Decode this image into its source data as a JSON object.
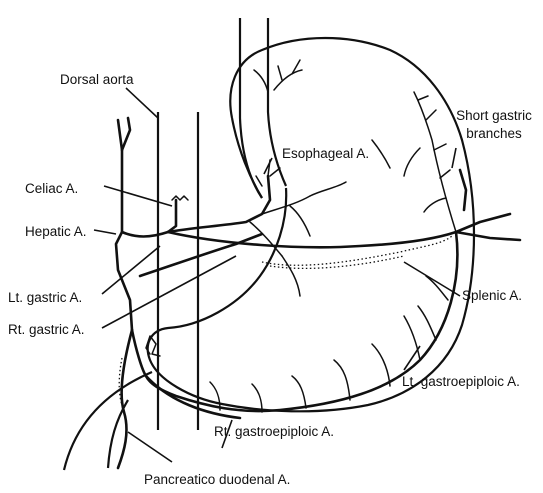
{
  "labels": {
    "dorsal_aorta": "Dorsal aorta",
    "celiac": "Celiac A.",
    "hepatic": "Hepatic A.",
    "lt_gastric": "Lt. gastric A.",
    "rt_gastric": "Rt. gastric A.",
    "esophageal": "Esophageal A.",
    "short_gastric_line1": "Short gastric",
    "short_gastric_line2": "branches",
    "splenic": "Splenic A.",
    "lt_gastroepiploic": "Lt. gastroepiploic A.",
    "rt_gastroepiploic": "Rt. gastroepiploic A.",
    "pancreatico_duodenal": "Pancreatico duodenal A."
  }
}
